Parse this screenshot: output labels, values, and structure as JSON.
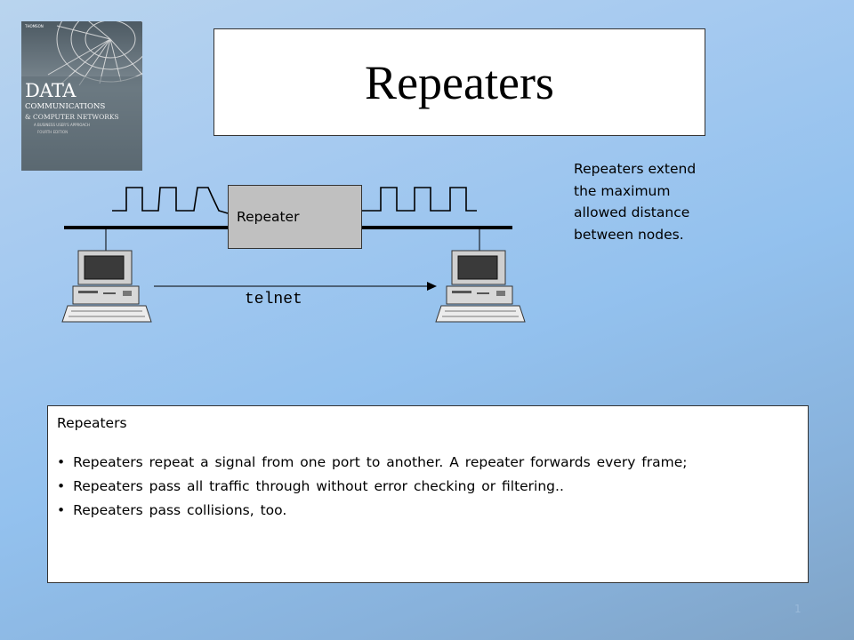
{
  "title": "Repeaters",
  "book_cover": {
    "publisher": "THOMSON",
    "title_line1": "DATA",
    "title_line2": "COMMUNICATIONS",
    "title_line3": "& COMPUTER NETWORKS",
    "subtitle": "A BUSINESS USER'S APPROACH",
    "edition": "FOURTH EDITION"
  },
  "diagram": {
    "repeater_label": "Repeater",
    "connection_label": "telnet",
    "icons": [
      "signal-wave-icon",
      "computer-workstation-icon",
      "arrow-right-icon"
    ]
  },
  "side_note": "Repeaters extend\nthe maximum\nallowed distance\nbetween nodes.",
  "notes": {
    "heading": "Repeaters",
    "bullets": [
      "Repeaters repeat a signal from one port to another. A repeater forwards every frame;",
      "Repeaters pass all traffic through without error checking or filtering..",
      "Repeaters pass collisions, too."
    ]
  },
  "page_number": "1",
  "colors": {
    "background_top": "#b9d4ee",
    "background_bottom": "#7fa3c6",
    "repeater_fill": "#c0c0c0"
  }
}
